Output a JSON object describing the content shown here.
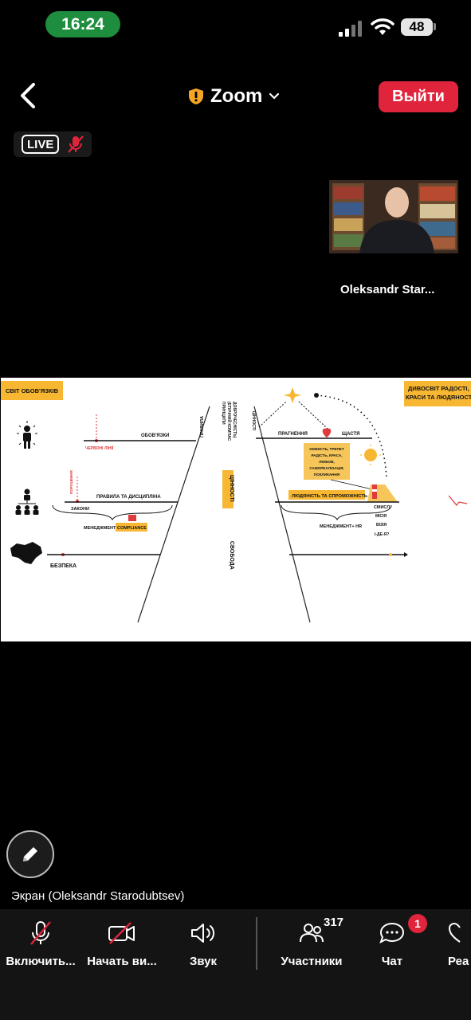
{
  "status_bar": {
    "time": "16:24",
    "battery": "48"
  },
  "header": {
    "app_title": "Zoom",
    "leave_label": "Выйти"
  },
  "live": {
    "badge": "LIVE"
  },
  "video": {
    "participant_name": "Oleksandr Star..."
  },
  "slide": {
    "title_left": "СВІТ ОБОВ'ЯЗКІВ",
    "title_right_line1": "ДИВОСВІТ РАДОСТІ,",
    "title_right_line2": "КРАСИ ТА ЛЮДЯНОСТІ",
    "obovyazky": "ОБОВ'ЯЗКИ",
    "chervoni_linii": "ЧЕРВОНІ ЛІНІЇ",
    "porushennya": "ПОРУШЕННЯ",
    "pravyla_dyscyplina": "ПРАВИЛА ТА ДИСЦИПЛІНА",
    "zakony": "ЗАКОНИ",
    "menedzhment_compliance_a": "МЕНЕДЖМЕНТ +",
    "menedzhment_compliance_b": "COMPLIANCE",
    "bezpeka": "БЕЗПЕКА",
    "pravyla": "ПРАВИЛА",
    "pryntsypy_1": "ПРИНЦИПИ",
    "pryntsypy_2": "(ЕТИЧНИЙ КОМПАС",
    "pryntsypy_3": "ДОБРОЧЕСНІСТЬ)",
    "tsinnosti": "ЦІННОСТІ",
    "svoboda": "СВОБОДА",
    "tsinnosti_small": "ЦІННОСТІ",
    "pragnennya": "ПРАГНЕННЯ",
    "shchastya": "ЩАСТЯ",
    "box_line1": "НІЖНІСТЬ, ТРЕПЕТ",
    "box_line2": "РАДІСТЬ, КРАСА,",
    "box_line3": "ЛЮБОВ,",
    "box_line4": "САМОРЕАЛІЗАЦІЯ,",
    "box_line5": "ПОКЛИКАННЯ",
    "lyudyanist": "ЛЮДЯНІСТЬ ТА СПРОМОЖНІСТЬ",
    "menedzhment_hr": "МЕНЕДЖМЕНТ+ HR",
    "smysl": "СМИСЛ",
    "misiya": "МІСІЯ",
    "viziya": "ВІЗІЯ",
    "i_de_ya": "І-ДЕ-Я?",
    "colors": {
      "accent": "#f7b733",
      "red": "#e03a3a"
    }
  },
  "screen_label": "Экран (Oleksandr Starodubtsev)",
  "toolbar": {
    "mic_label": "Включить...",
    "video_label": "Начать ви...",
    "audio_label": "Звук",
    "participants_label": "Участники",
    "participants_count": "317",
    "chat_label": "Чат",
    "chat_badge": "1",
    "reactions_label": "Реа"
  },
  "icons": [
    "back-icon",
    "shield-icon",
    "chevron-down-icon",
    "muted-mic-icon",
    "pencil-icon",
    "mic-off-icon",
    "video-off-icon",
    "speaker-icon",
    "participants-icon",
    "chat-icon",
    "heart-icon"
  ]
}
